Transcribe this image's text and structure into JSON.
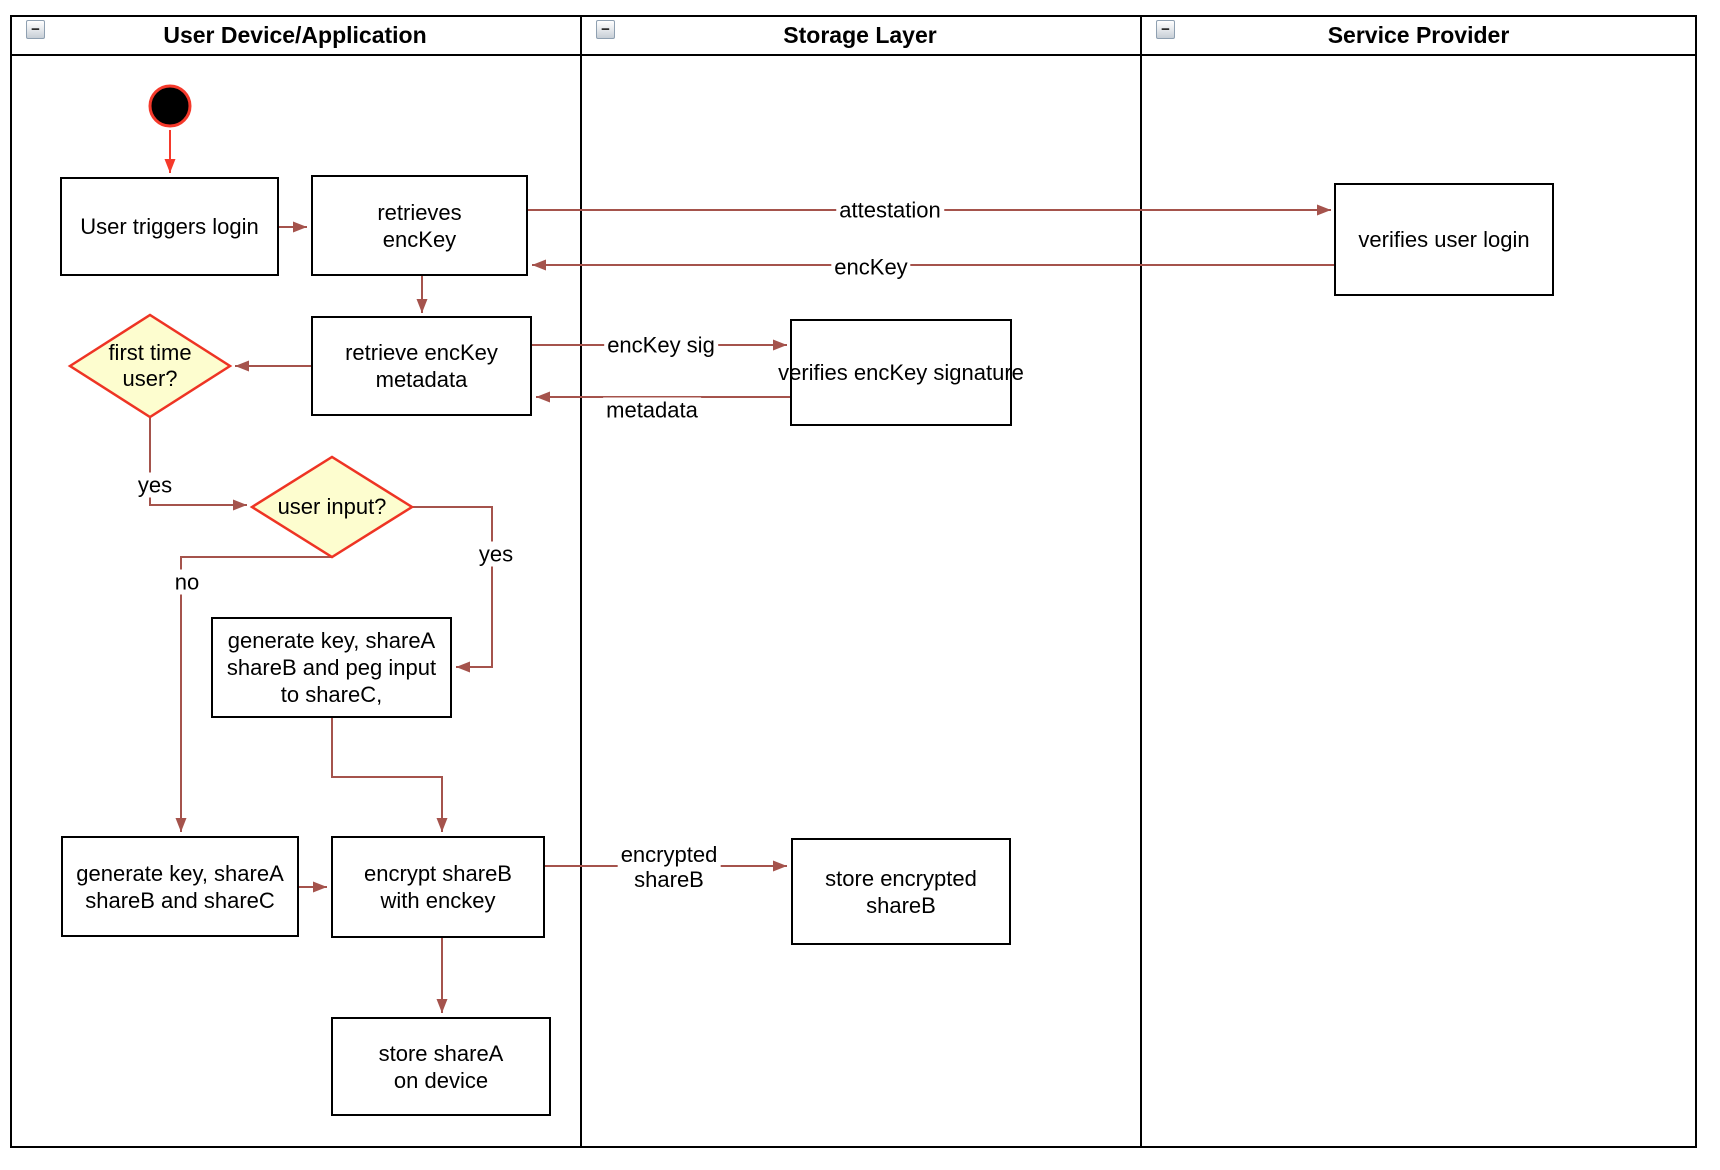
{
  "colors": {
    "edge": "#a5534c",
    "start_accent": "#f5392b",
    "diamond_fill": "#fdfdcf",
    "diamond_stroke": "#ee3424",
    "node_border": "#000000",
    "node_fill": "#ffffff"
  },
  "lanes": {
    "lane1": {
      "title": "User Device/Application"
    },
    "lane2": {
      "title": "Storage Layer"
    },
    "lane3": {
      "title": "Service Provider"
    }
  },
  "collapse_glyph": "−",
  "nodes": {
    "user_triggers_login": "User triggers login",
    "retrieves_enckey": "retrieves\nencKey",
    "verifies_user_login": "verifies user login",
    "retrieve_enckey_metadata": "retrieve encKey\nmetadata",
    "verifies_enckey_signature": "verifies encKey signature",
    "first_time_user": "first time\nuser?",
    "user_input": "user input?",
    "generate_key_peg": "generate key, shareA\nshareB and peg input\nto shareC,",
    "generate_key_shares": "generate key, shareA\nshareB and shareC",
    "encrypt_shareb": "encrypt shareB\nwith enckey",
    "store_encrypted_shareb": "store encrypted\nshareB",
    "store_sharea": "store shareA\non device"
  },
  "edge_labels": {
    "attestation": "attestation",
    "enckey": "encKey",
    "enckey_sig": "encKey sig",
    "metadata": "metadata",
    "encrypted_shareb": "encrypted\nshareB",
    "first_time_yes": "yes",
    "user_input_yes": "yes",
    "user_input_no": "no"
  }
}
